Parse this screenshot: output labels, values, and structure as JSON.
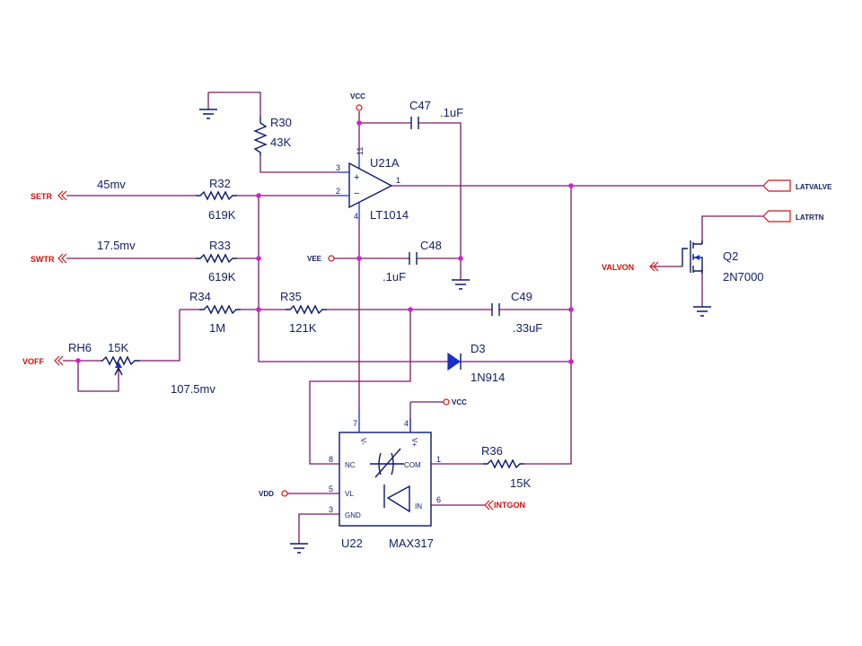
{
  "nets": {
    "setr": "SETR",
    "swtr": "SWTR",
    "voff": "VOFF",
    "vcc_top": "VCC",
    "vcc_u22": "VCC",
    "vee": "VEE",
    "vdd": "VDD",
    "latvalve": "LATVALVE",
    "latrtn": "LATRTN",
    "valvon": "VALVON",
    "intgon": "INTGON"
  },
  "components": {
    "r30": {
      "ref": "R30",
      "value": "43K"
    },
    "r32": {
      "ref": "R32",
      "value": "619K"
    },
    "r33": {
      "ref": "R33",
      "value": "619K"
    },
    "r34": {
      "ref": "R34",
      "value": "1M"
    },
    "r35": {
      "ref": "R35",
      "value": "121K"
    },
    "r36": {
      "ref": "R36",
      "value": "15K"
    },
    "rh6": {
      "ref": "RH6",
      "value": "15K"
    },
    "c47": {
      "ref": "C47",
      "value": ".1uF"
    },
    "c48": {
      "ref": "C48",
      "value": ".1uF"
    },
    "c49": {
      "ref": "C49",
      "value": ".33uF"
    },
    "d3": {
      "ref": "D3",
      "value": "1N914"
    },
    "q2": {
      "ref": "Q2",
      "value": "2N7000"
    },
    "u21a": {
      "ref": "U21A",
      "value": "LT1014"
    },
    "u22": {
      "ref": "U22",
      "value": "MAX317"
    }
  },
  "annotations": {
    "setr_voltage": "45mv",
    "swtr_voltage": "17.5mv",
    "voff_voltage": "107.5mv"
  },
  "pins": {
    "u21a": {
      "p3": "3",
      "p2": "2",
      "p1": "1",
      "p11": "11",
      "p4": "4"
    },
    "u22": {
      "p8": "8",
      "p5": "5",
      "p3": "3",
      "p7": "7",
      "p4": "4",
      "p1": "1",
      "p6": "6",
      "nc": "NC",
      "vl": "VL",
      "gnd": "GND",
      "com": "COM",
      "in": "IN",
      "vminus": "V-",
      "vplus": "V+"
    }
  },
  "colors": {
    "wire": "#7a1a66",
    "component": "#0c1a6a",
    "pin": "#1a2ec8",
    "power": "#d41414",
    "junction": "#cc22cc",
    "text": "#121f63"
  }
}
